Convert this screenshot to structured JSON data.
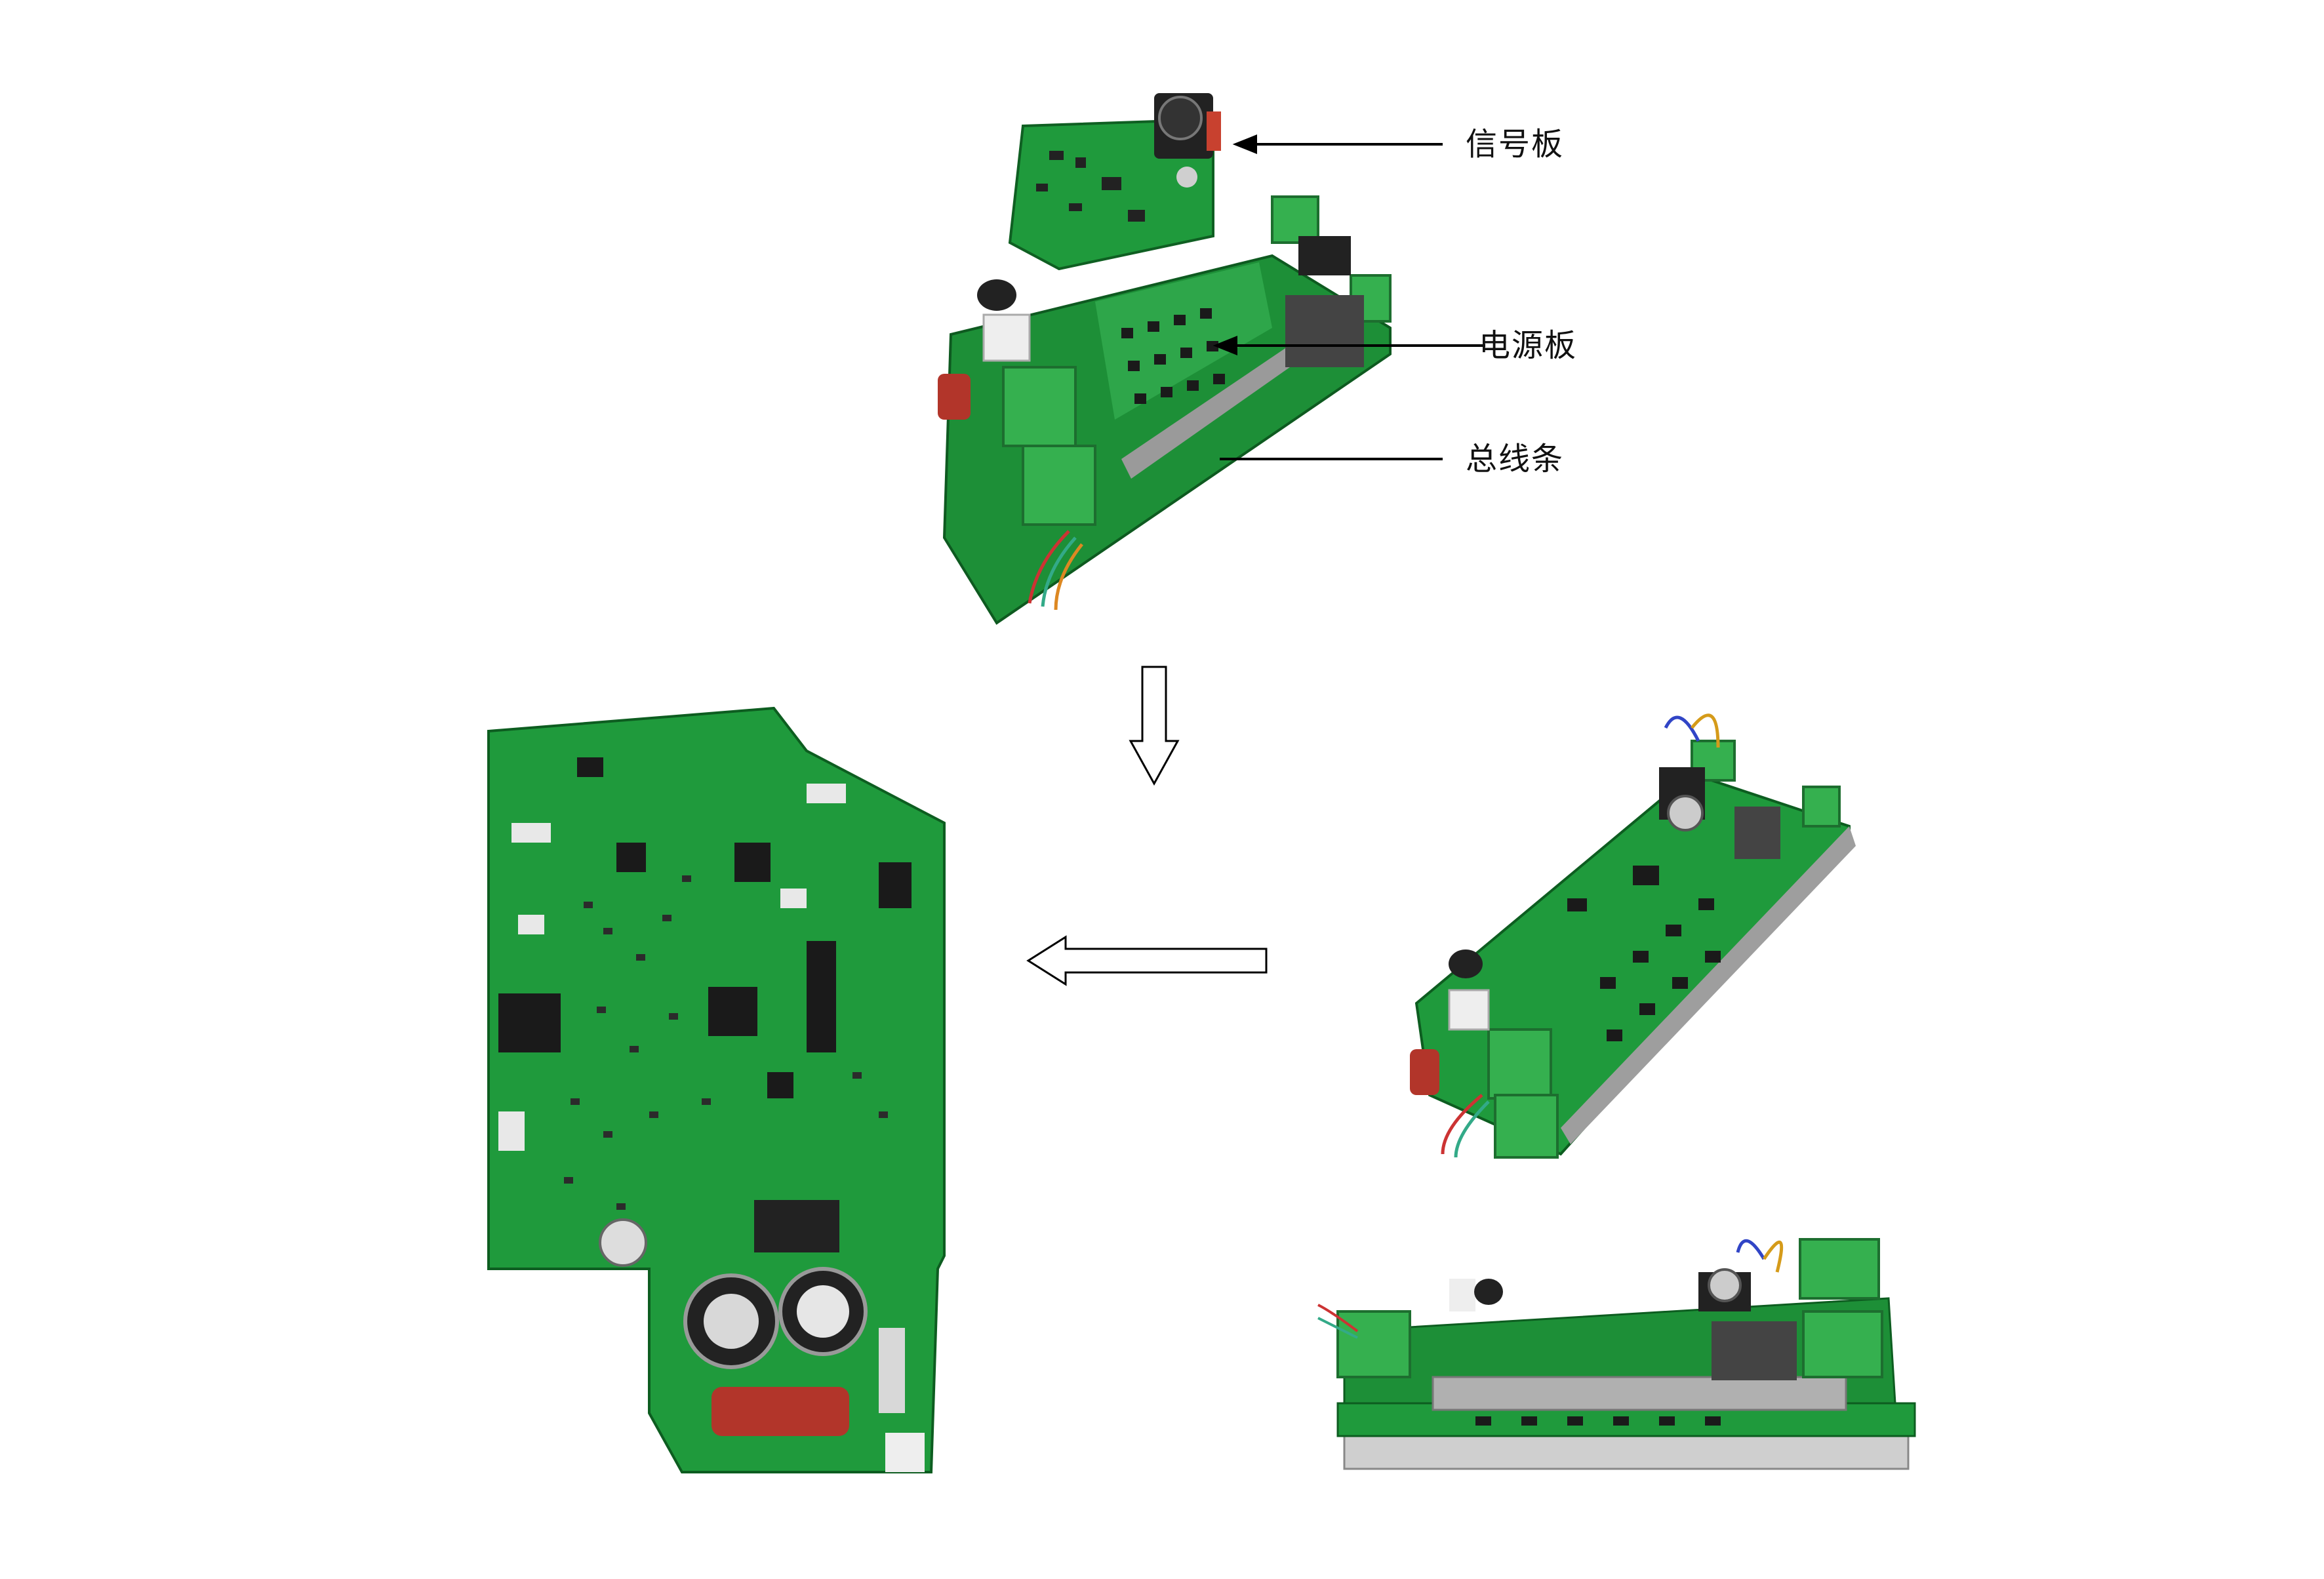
{
  "labels": {
    "signal_board": "信号板",
    "power_board": "电源板",
    "bus_bar": "总线条"
  },
  "colors": {
    "pcb_green": "#1f9a3c",
    "pcb_dark": "#137a2c",
    "terminal_green": "#35b04f",
    "capacitor_red": "#b2352a",
    "metal": "#9a9a9a"
  },
  "icons": {
    "flow_arrow_down": "outline-arrow-down",
    "flow_arrow_left": "outline-arrow-left"
  }
}
